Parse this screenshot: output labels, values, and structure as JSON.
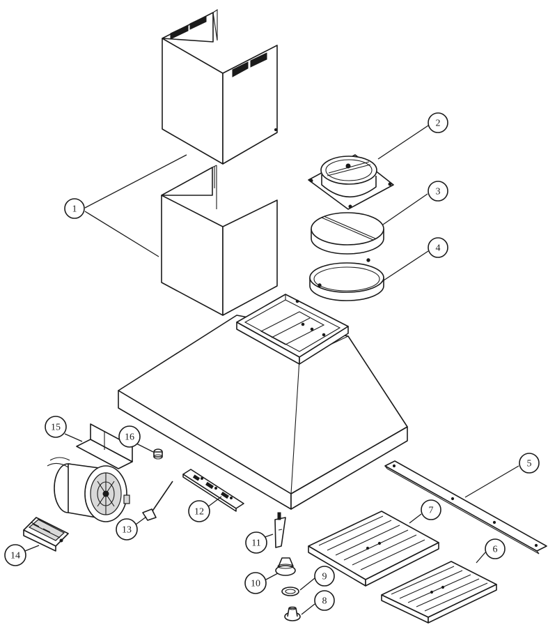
{
  "callouts": [
    {
      "id": "1",
      "label": "1"
    },
    {
      "id": "2",
      "label": "2"
    },
    {
      "id": "3",
      "label": "3"
    },
    {
      "id": "4",
      "label": "4"
    },
    {
      "id": "5",
      "label": "5"
    },
    {
      "id": "6",
      "label": "6"
    },
    {
      "id": "7",
      "label": "7"
    },
    {
      "id": "8",
      "label": "8"
    },
    {
      "id": "9",
      "label": "9"
    },
    {
      "id": "10",
      "label": "10"
    },
    {
      "id": "11",
      "label": "11"
    },
    {
      "id": "12",
      "label": "12"
    },
    {
      "id": "13",
      "label": "13"
    },
    {
      "id": "14",
      "label": "14"
    },
    {
      "id": "15",
      "label": "15"
    },
    {
      "id": "16",
      "label": "16"
    }
  ]
}
